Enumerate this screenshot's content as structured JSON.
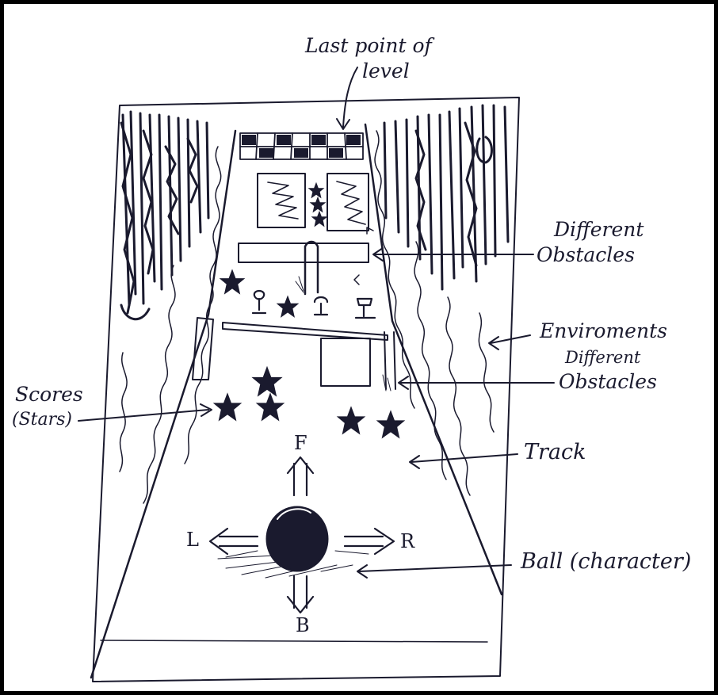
{
  "labels": {
    "last_point_line1": "Last point of",
    "last_point_line2": "level",
    "obstacles_1_line1": "Different",
    "obstacles_1_line2": "Obstacles",
    "environments": "Enviroments",
    "obstacles_2_line1": "Different",
    "obstacles_2_line2": "Obstacles",
    "scores_line1": "Scores",
    "scores_line2": "(Stars)",
    "track": "Track",
    "ball": "Ball (character)"
  },
  "directions": {
    "forward": "F",
    "left": "L",
    "right": "R",
    "back": "B"
  },
  "colors": {
    "ink": "#1a1a2e",
    "paper": "#ffffff",
    "border": "#000000"
  }
}
